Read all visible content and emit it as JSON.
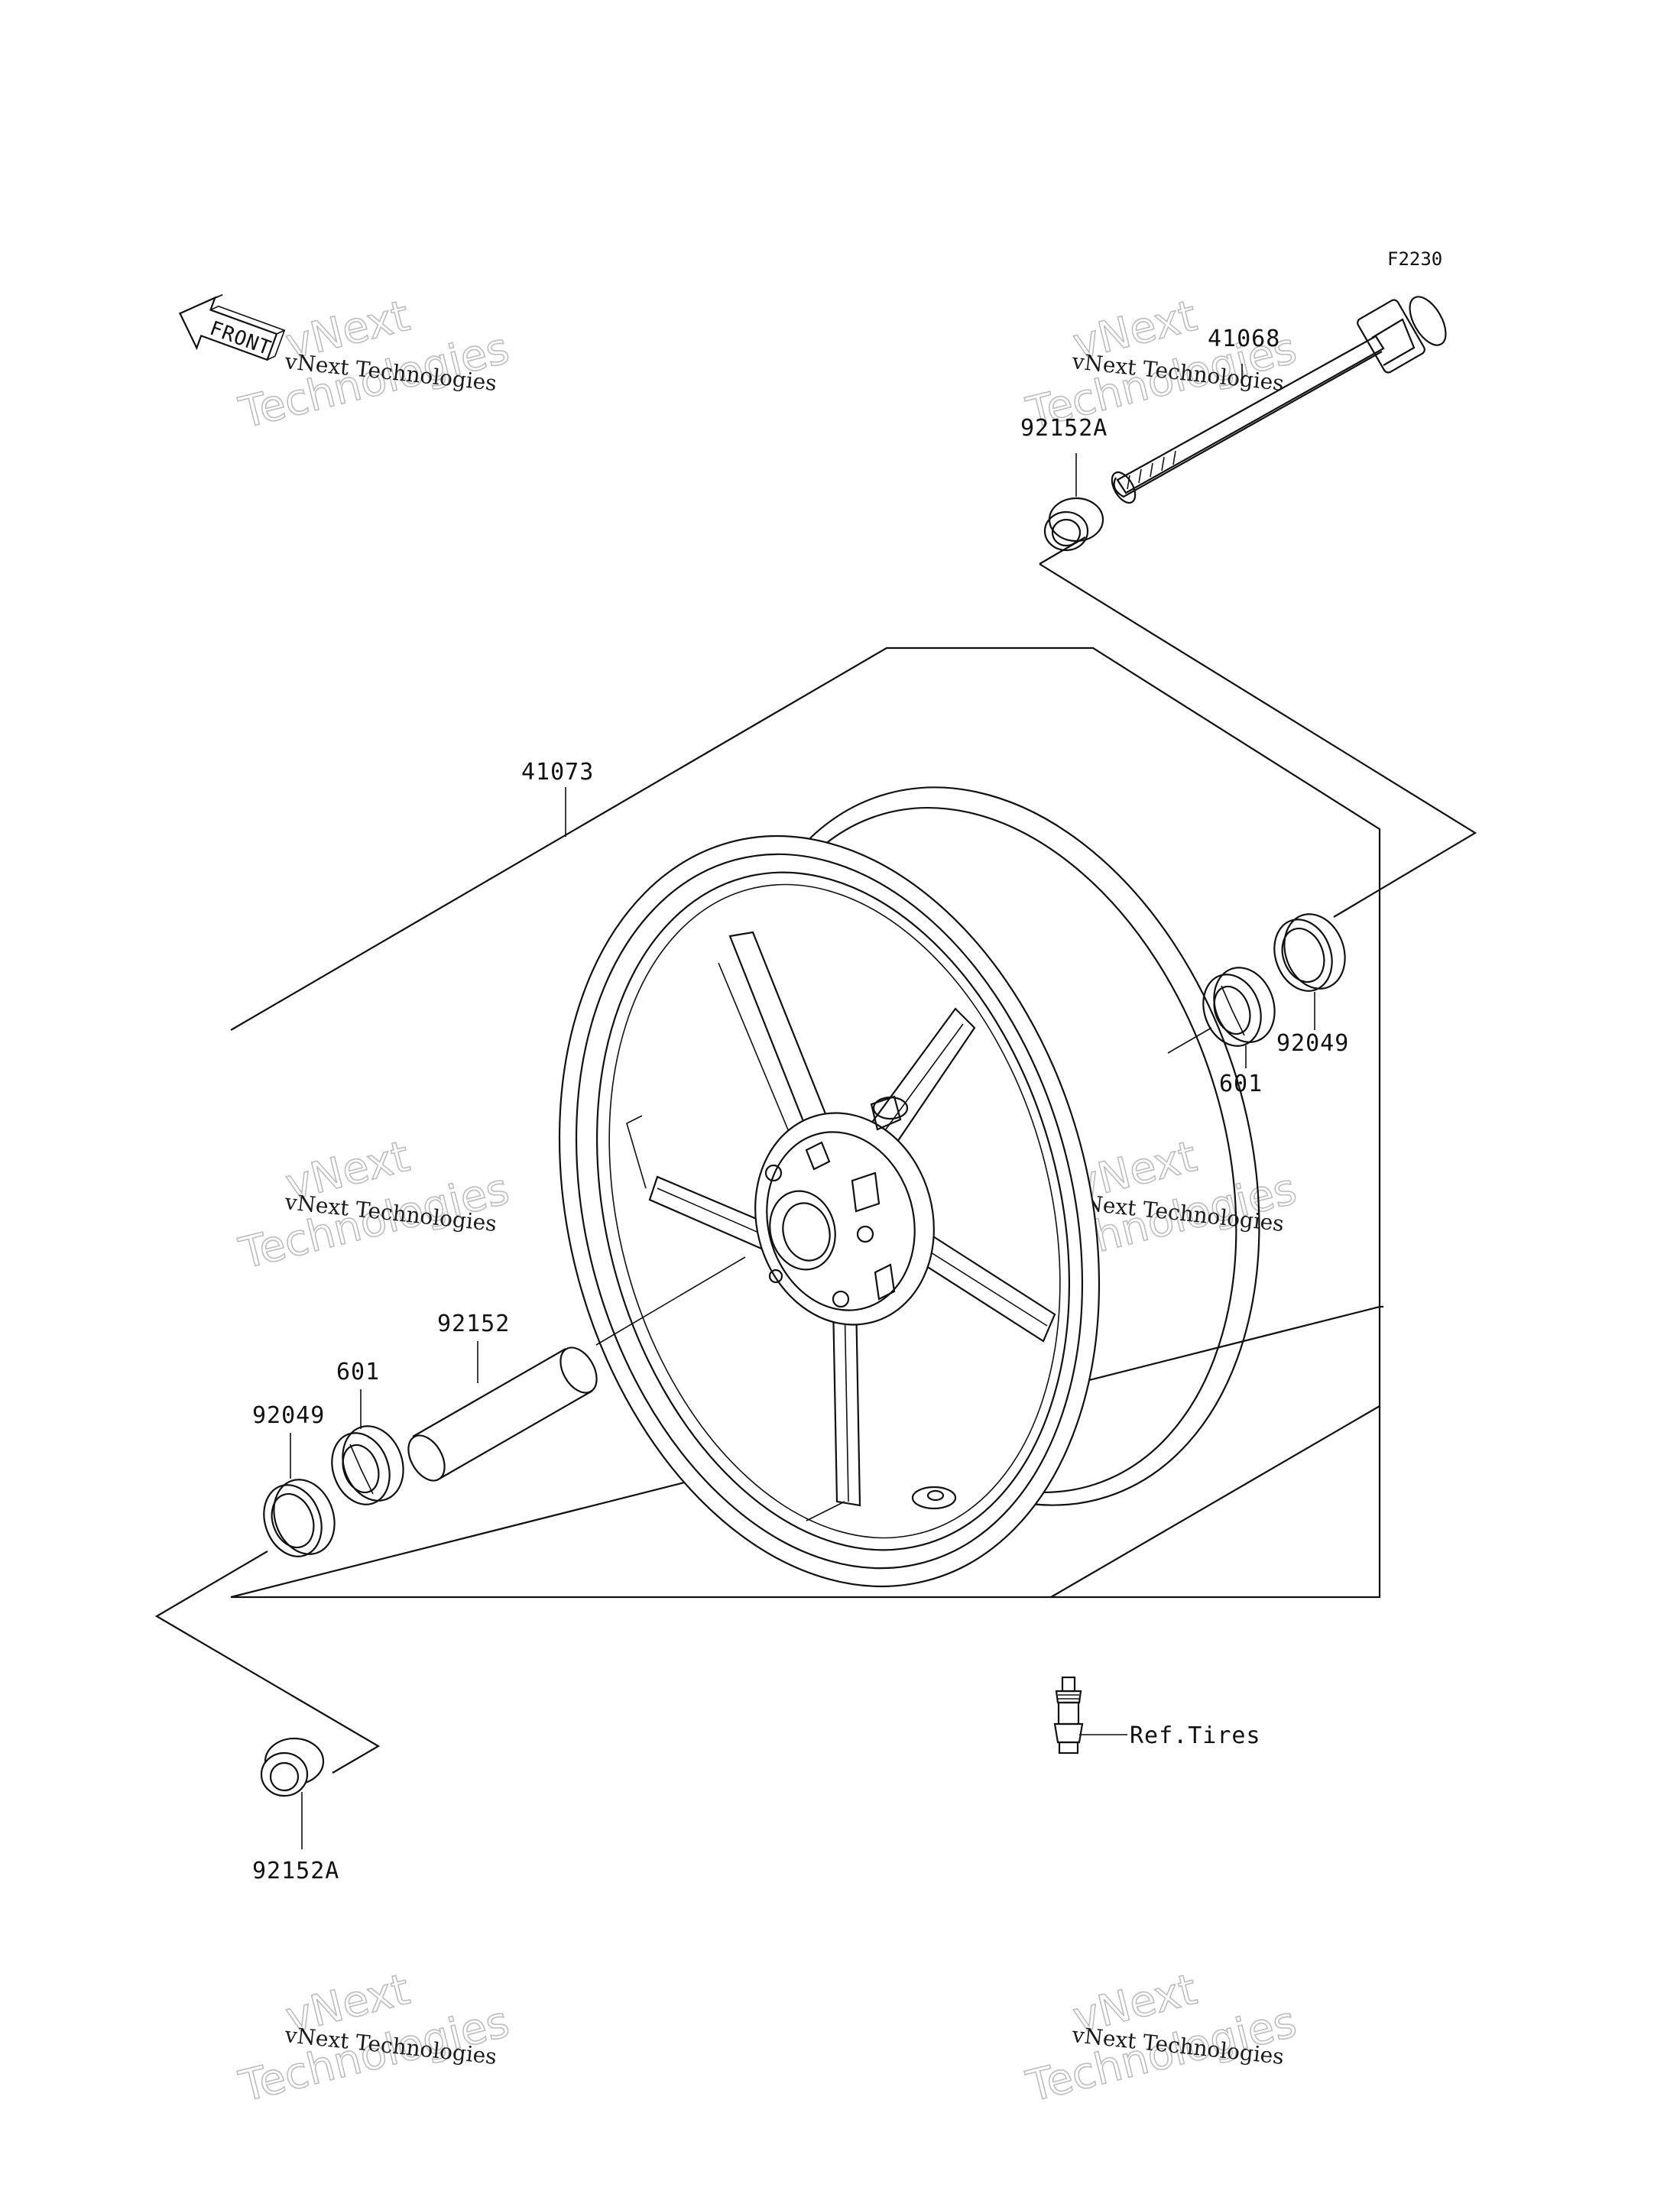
{
  "figure_code": "F2230",
  "front_arrow_label": "FRONT",
  "parts": {
    "axle": "41068",
    "collar_top": "92152A",
    "wheel": "41073",
    "seal_right": "92049",
    "bearing_right": "601",
    "spacer": "92152",
    "bearing_left": "601",
    "seal_left": "92049",
    "collar_bottom": "92152A",
    "valve_ref": "Ref.Tires"
  },
  "watermarks": [
    {
      "line1": "vNext Technologies",
      "line2": "vNext",
      "line3": "Technologies"
    },
    {
      "line1": "vNext Technologies",
      "line2": "vNext",
      "line3": "Technologies"
    },
    {
      "line1": "vNext Technologies",
      "line2": "vNext",
      "line3": "Technologies"
    },
    {
      "line1": "vNext Technologies",
      "line2": "vNext",
      "line3": "Technologies"
    },
    {
      "line1": "vNext Technologies",
      "line2": "vNext",
      "line3": "Technologies"
    },
    {
      "line1": "vNext Technologies",
      "line2": "vNext",
      "line3": "Technologies"
    }
  ]
}
